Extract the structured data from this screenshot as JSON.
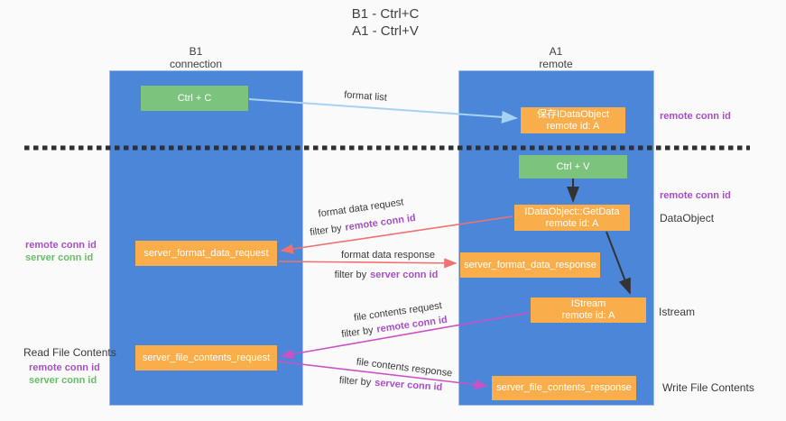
{
  "title": {
    "line1": "B1 - Ctrl+C",
    "line2": "A1 - Ctrl+V"
  },
  "lanes": {
    "left": {
      "title": "B1",
      "subtitle": "connection"
    },
    "right": {
      "title": "A1",
      "subtitle": "remote"
    }
  },
  "nodes": {
    "ctrl_c": {
      "label": "Ctrl + C"
    },
    "ctrl_v": {
      "label": "Ctrl + V"
    },
    "save_idataobject": {
      "line1": "保存IDataObject",
      "line2": "remote id: A"
    },
    "getdata": {
      "line1": "IDataObject::GetData",
      "line2": "remote id: A"
    },
    "istream": {
      "line1": "IStream",
      "line2": "remote id: A"
    },
    "server_format_data_request": {
      "label": "server_format_data_request"
    },
    "server_format_data_response": {
      "label": "server_format_data_response"
    },
    "server_file_contents_request": {
      "label": "server_file_contents_request"
    },
    "server_file_contents_response": {
      "label": "server_file_contents_response"
    }
  },
  "flow_labels": {
    "format_list": "format list",
    "format_data_request": "format data request",
    "format_data_response": "format data response",
    "file_contents_request": "file contents request",
    "file_contents_response": "file contents response",
    "filter_by": "filter by",
    "remote_conn_id": "remote conn id",
    "server_conn_id": "server conn id"
  },
  "annotations": {
    "right_top_remote": "remote conn id",
    "right_mid_remote": "remote conn id",
    "dataobject": "DataObject",
    "istream": "Istream",
    "write_file": "Write File Contents",
    "left_remote_1": "remote conn id",
    "left_server_1": "server conn id",
    "read_file": "Read File Contents",
    "left_remote_2": "remote conn id",
    "left_server_2": "server conn id"
  },
  "colors": {
    "lane_blue": "#4c86d9",
    "box_orange": "#f9ae4b",
    "box_green": "#7cc47d",
    "arrow_light_blue": "#a6d2f2",
    "arrow_red": "#f0716e",
    "arrow_magenta": "#cd50c5",
    "arrow_black": "#333333",
    "text_purple": "#a650c4",
    "text_green": "#67bd68",
    "divider_dash": "#2f2f2f"
  }
}
